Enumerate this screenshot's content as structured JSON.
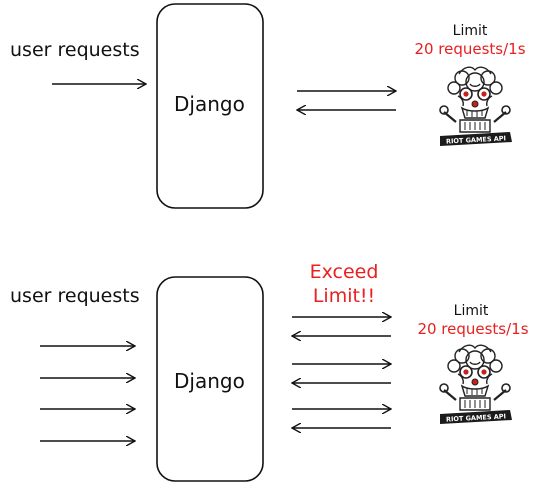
{
  "colors": {
    "accent": "#e8201f",
    "ink": "#111111"
  },
  "top": {
    "requests_label": "user requests",
    "server_label": "Django",
    "limit_title": "Limit",
    "limit_rate": "20 requests/1s",
    "logo_caption": "RIOT GAMES API"
  },
  "bottom": {
    "requests_label": "user requests",
    "server_label": "Django",
    "warning_line1": "Exceed",
    "warning_line2": "Limit!!",
    "limit_title": "Limit",
    "limit_rate": "20 requests/1s",
    "logo_caption": "RIOT GAMES API"
  }
}
